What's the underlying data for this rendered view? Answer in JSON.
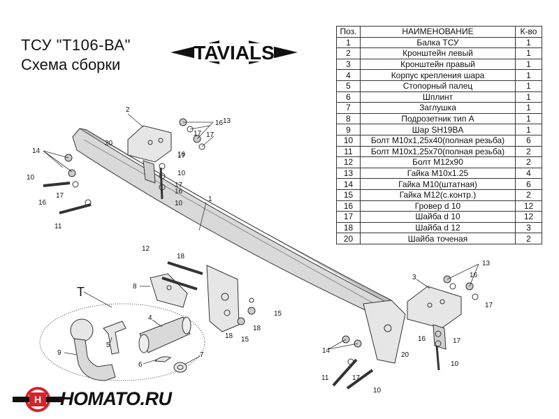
{
  "header": {
    "title_line1": "ТСУ   \"Т106-ВА\"",
    "title_line2": "Схема сборки",
    "brand_logo": "TAVIALS"
  },
  "table": {
    "headers": [
      "Поз.",
      "НАИМЕНОВАНИЕ",
      "К-во"
    ],
    "rows": [
      [
        "1",
        "Балка ТСУ",
        "1"
      ],
      [
        "2",
        "Кронштейн левый",
        "1"
      ],
      [
        "3",
        "Кронштейн правый",
        "1"
      ],
      [
        "4",
        "Корпус крепления шара",
        "1"
      ],
      [
        "5",
        "Стопорный палец",
        "1"
      ],
      [
        "6",
        "Шплинт",
        "1"
      ],
      [
        "7",
        "Заглушка",
        "1"
      ],
      [
        "8",
        "Подрозетник тип А",
        "1"
      ],
      [
        "9",
        "Шар SH19BA",
        "1"
      ],
      [
        "10",
        "Болт М10х1,25х40(полная резьба)",
        "6"
      ],
      [
        "11",
        "Болт М10х1,25х70(полная резьба)",
        "2"
      ],
      [
        "12",
        "Болт М12х90",
        "2"
      ],
      [
        "13",
        "Гайка  М10х1.25",
        "4"
      ],
      [
        "14",
        "Гайка М10(штатная)",
        "6"
      ],
      [
        "15",
        "Гайка М12(с.контр.)",
        "2"
      ],
      [
        "16",
        "Гровер d 10",
        "12"
      ],
      [
        "17",
        "Шайба d 10",
        "12"
      ],
      [
        "18",
        "Шайба d 12",
        "3"
      ],
      [
        "20",
        "Шайба точеная",
        "2"
      ]
    ]
  },
  "callouts": {
    "c1": "1",
    "c2l": "2",
    "c3": "3",
    "c4": "4",
    "c5": "5",
    "c6": "6",
    "c7": "7",
    "c8": "8",
    "c9": "9",
    "c10a": "10",
    "c10b": "10",
    "c10c": "10",
    "c10d": "10",
    "c10e": "10",
    "c11a": "11",
    "c11b": "11",
    "c12": "12",
    "c13a": "13",
    "c13b": "13",
    "c14a": "14",
    "c14b": "14",
    "c15a": "15",
    "c15b": "15",
    "c16a": "16",
    "c16b": "16",
    "c16c": "16",
    "c16d": "16",
    "c16e": "16",
    "c16f": "16",
    "c17a": "17",
    "c17b": "17",
    "c17c": "17",
    "c17d": "17",
    "c17e": "17",
    "c17f": "17",
    "c17g": "17",
    "c17h": "17",
    "c18a": "18",
    "c18b": "18",
    "c18c": "18",
    "c20a": "20",
    "c20b": "20",
    "cT": "Т"
  },
  "footer": {
    "site": "HOMATO.RU"
  },
  "colors": {
    "beam_fill": "#d9d9d9",
    "stroke": "#333333",
    "logo_red": "#d4232a",
    "text": "#111111"
  }
}
